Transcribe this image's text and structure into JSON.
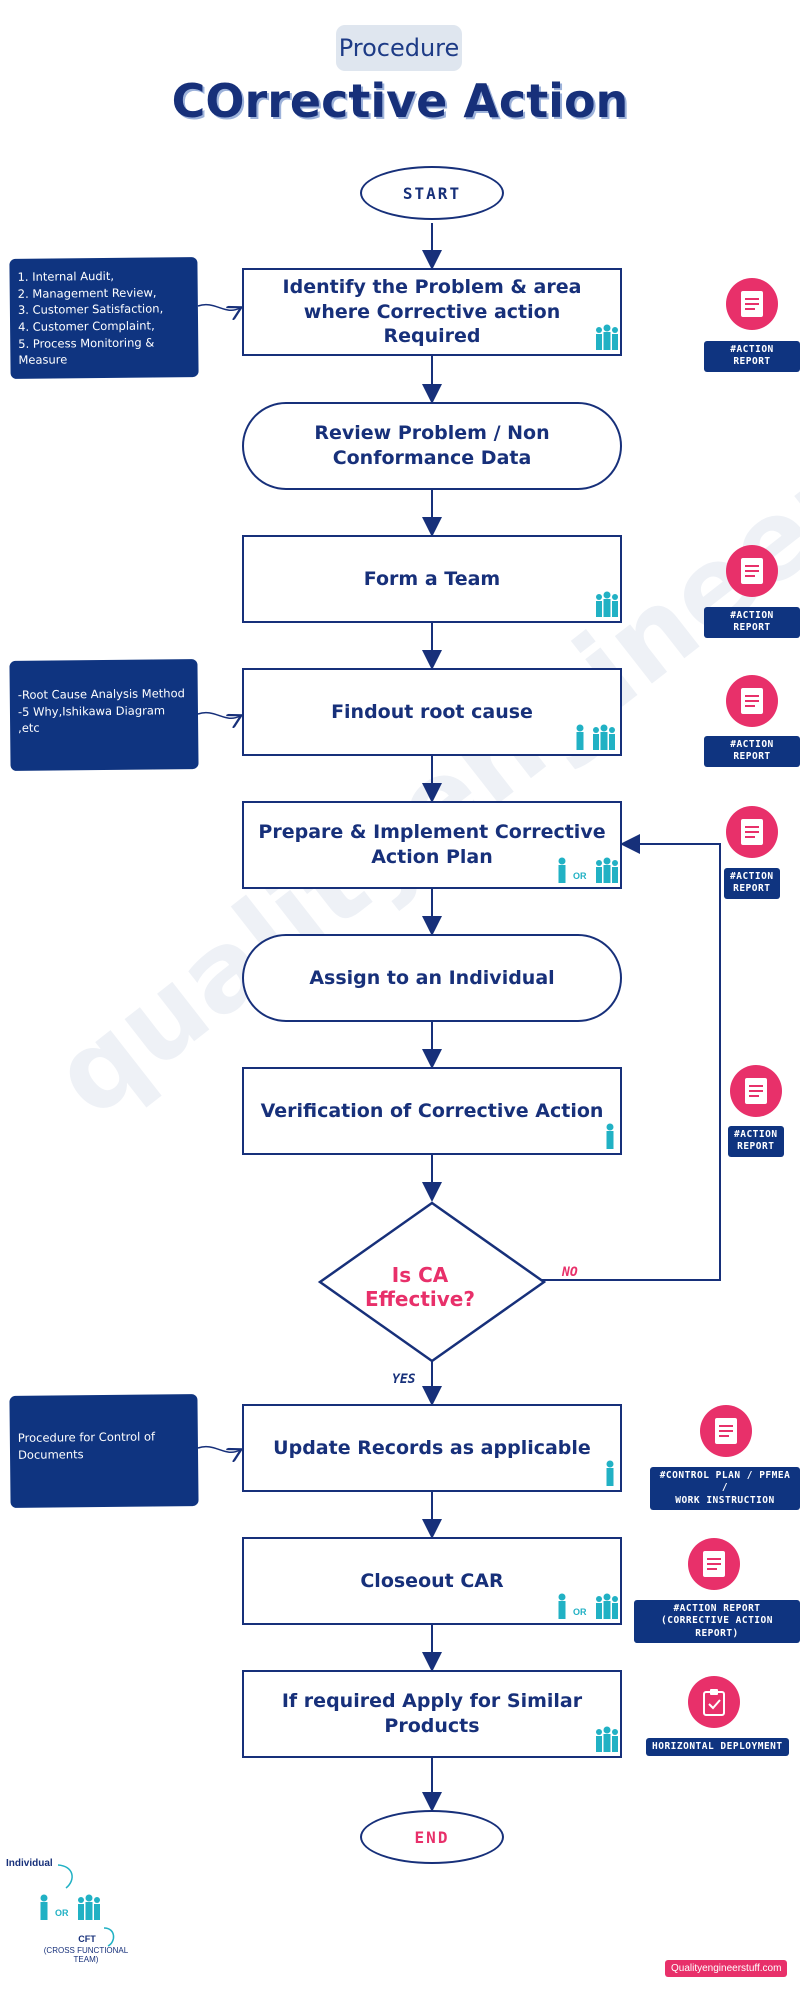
{
  "header": {
    "subtitle": "Procedure",
    "title": "COrrective Action"
  },
  "flow": {
    "start": "START",
    "end": "END",
    "steps": [
      "Identify the Problem & area where Corrective action Required",
      "Review Problem / Non Conformance Data",
      "Form a Team",
      "Findout root cause",
      "Prepare & Implement Corrective Action Plan",
      "Assign to an Individual",
      "Verification of Corrective Action",
      "Update Records as applicable",
      "Closeout CAR",
      "If required Apply for Similar Products"
    ],
    "decision": "Is CA Effective?",
    "yes": "YES",
    "no": "NO"
  },
  "notes": {
    "inputs": [
      "1. Internal Audit,",
      "2. Management Review,",
      "3. Customer Satisfaction,",
      "4. Customer Complaint,",
      "5. Process Monitoring & Measure"
    ],
    "root_cause": "-Root Cause Analysis Method -5 Why,Ishikawa Diagram ,etc",
    "documents": "Procedure for Control of Documents"
  },
  "reports": {
    "r1": "#ACTION REPORT",
    "r2": "#ACTION REPORT",
    "r3": "#ACTION REPORT",
    "r4_line1": "#ACTION",
    "r4_line2": "REPORT",
    "r5_line1": "#ACTION",
    "r5_line2": "REPORT",
    "r6_line1": "#CONTROL PLAN / PFMEA /",
    "r6_line2": "WORK INSTRUCTION",
    "r7_line1": "#ACTION REPORT",
    "r7_line2": "(CORRECTIVE ACTION REPORT)",
    "r8": "HORIZONTAL DEPLOYMENT"
  },
  "legend": {
    "individual": "Individual",
    "or": "OR",
    "cft": "CFT",
    "cft_full": "(CROSS FUNCTIONAL TEAM)"
  },
  "watermark": "qualityengineerstuff.com",
  "site": "Qualityengineerstuff.com",
  "colors": {
    "navy": "#17307a",
    "pink": "#e8306a",
    "teal": "#21b1c4",
    "note_bg": "#0f3480"
  }
}
